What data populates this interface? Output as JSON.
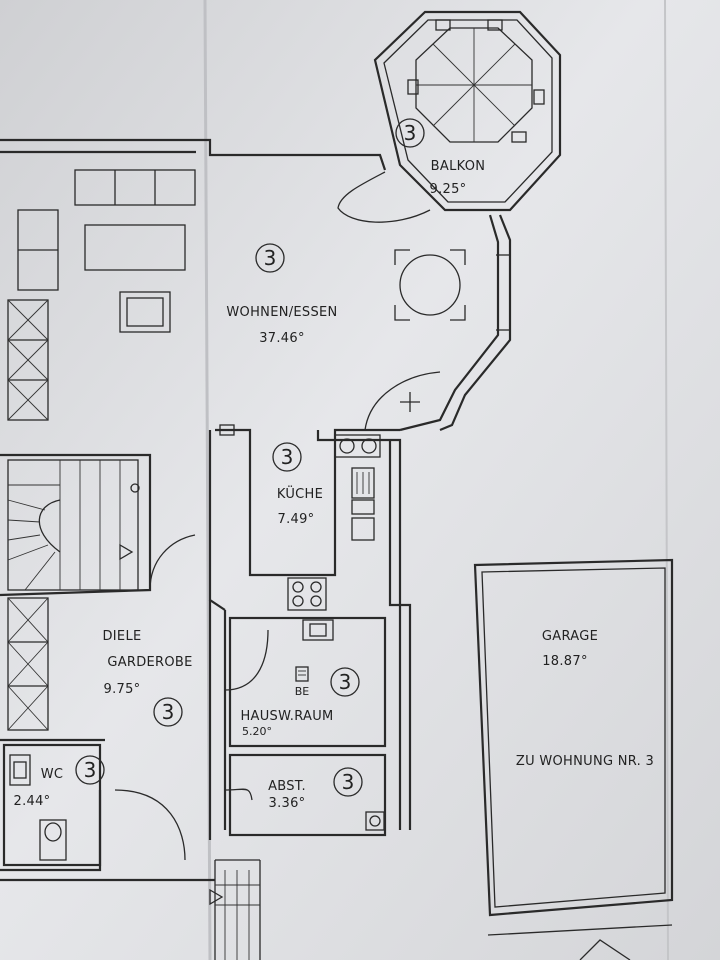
{
  "rooms": {
    "wohnen": {
      "name": "WOHNEN/ESSEN",
      "area": "37.46°",
      "unit": "3"
    },
    "balkon": {
      "name": "BALKON",
      "area": "9.25°",
      "unit": "3"
    },
    "kueche": {
      "name": "KÜCHE",
      "area": "7.49°",
      "unit": "3"
    },
    "diele": {
      "name_line1": "DIELE",
      "name_line2": "GARDEROBE",
      "area": "9.75°",
      "unit": "3"
    },
    "hauswirtschaft": {
      "name": "HAUSW.RAUM",
      "area": "5.20°",
      "unit": "3",
      "fixture": "BE"
    },
    "wc": {
      "name": "WC",
      "area": "2.44°",
      "unit": "3"
    },
    "abstell": {
      "name": "ABST.",
      "area": "3.36°",
      "unit": "3"
    },
    "garage": {
      "name": "GARAGE",
      "area": "18.87°",
      "note": "ZU WOHNUNG NR. 3"
    }
  }
}
